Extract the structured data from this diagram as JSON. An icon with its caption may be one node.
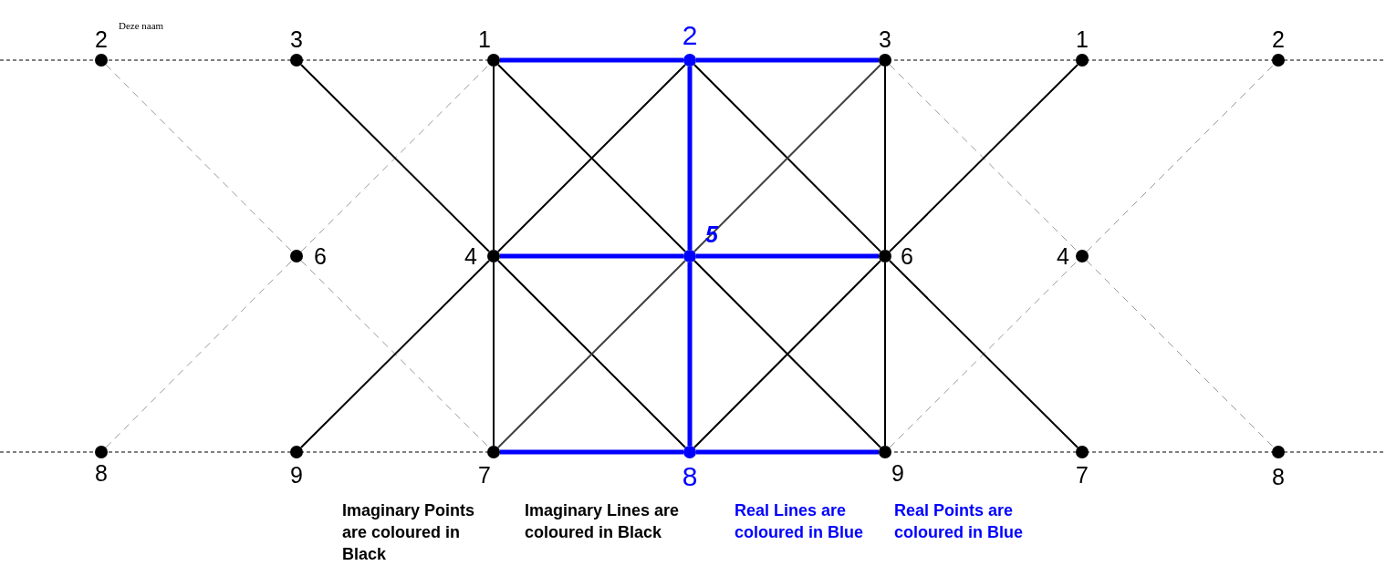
{
  "diagram": {
    "nodes": [
      {
        "text": [],
        "shape": "circle",
        "beside": [
          "2"
        ]
      },
      {
        "text": [],
        "shape": "circle",
        "beside": [
          "3"
        ]
      },
      {
        "text": [],
        "shape": "circle",
        "beside": [
          "1"
        ]
      },
      {
        "text": [],
        "shape": "circle",
        "beside": [
          "2"
        ]
      },
      {
        "text": [],
        "shape": "circle",
        "beside": [
          "3"
        ]
      },
      {
        "text": [],
        "shape": "circle",
        "beside": [
          "1"
        ]
      },
      {
        "text": [],
        "shape": "circle",
        "beside": [
          "2"
        ]
      },
      {
        "text": [],
        "shape": "circle",
        "beside": [
          "6"
        ]
      },
      {
        "text": [],
        "shape": "circle",
        "beside": [
          "4"
        ]
      },
      {
        "text": [],
        "shape": "circle",
        "beside": [
          "5"
        ]
      },
      {
        "text": [],
        "shape": "circle",
        "beside": [
          "6"
        ]
      },
      {
        "text": [],
        "shape": "circle",
        "beside": [
          "4"
        ]
      },
      {
        "text": [],
        "shape": "circle",
        "beside": [
          "8"
        ]
      },
      {
        "text": [],
        "shape": "circle",
        "beside": [
          "9"
        ]
      },
      {
        "text": [],
        "shape": "circle",
        "beside": [
          "7"
        ]
      },
      {
        "text": [],
        "shape": "circle",
        "beside": [
          "8"
        ]
      },
      {
        "text": [],
        "shape": "circle",
        "beside": [
          "9"
        ]
      },
      {
        "text": [],
        "shape": "circle",
        "beside": [
          "7"
        ]
      },
      {
        "text": [],
        "shape": "circle",
        "beside": [
          "8"
        ]
      }
    ],
    "edges": [
      {
        "from": 2,
        "to": 3,
        "arrow": "none",
        "style": "thick",
        "color": "#0000ff"
      },
      {
        "from": 3,
        "to": 4,
        "arrow": "none",
        "style": "thick",
        "color": "#0000ff"
      },
      {
        "from": 3,
        "to": 9,
        "arrow": "none",
        "style": "thick",
        "color": "#0000ff"
      },
      {
        "from": 9,
        "to": 15,
        "arrow": "none",
        "style": "thick",
        "color": "#0000ff"
      },
      {
        "from": 8,
        "to": 9,
        "arrow": "none",
        "style": "thick",
        "color": "#0000ff"
      },
      {
        "from": 9,
        "to": 10,
        "arrow": "none",
        "style": "thick",
        "color": "#0000ff"
      },
      {
        "from": 14,
        "to": 15,
        "arrow": "none",
        "style": "thick",
        "color": "#0000ff"
      },
      {
        "from": 15,
        "to": 16,
        "arrow": "none",
        "style": "thick",
        "color": "#0000ff"
      },
      {
        "from": 2,
        "to": 8,
        "arrow": "none"
      },
      {
        "from": 8,
        "to": 14,
        "arrow": "none"
      },
      {
        "from": 4,
        "to": 10,
        "arrow": "none"
      },
      {
        "from": 10,
        "to": 16,
        "arrow": "none"
      },
      {
        "from": 1,
        "to": 8,
        "arrow": "none"
      },
      {
        "from": 8,
        "to": 15,
        "arrow": "none"
      },
      {
        "from": 2,
        "to": 9,
        "arrow": "none"
      },
      {
        "from": 9,
        "to": 16,
        "arrow": "none"
      },
      {
        "from": 3,
        "to": 8,
        "arrow": "none"
      },
      {
        "from": 8,
        "to": 13,
        "arrow": "none"
      },
      {
        "from": 3,
        "to": 10,
        "arrow": "none"
      },
      {
        "from": 10,
        "to": 17,
        "arrow": "none"
      },
      {
        "from": 5,
        "to": 10,
        "arrow": "none"
      },
      {
        "from": 10,
        "to": 15,
        "arrow": "none"
      },
      {
        "from": 4,
        "to": 9,
        "arrow": "none",
        "color": "#404040"
      },
      {
        "from": 9,
        "to": 14,
        "arrow": "none",
        "color": "#404040"
      },
      {
        "from": 0,
        "to": 7,
        "arrow": "none",
        "style": "dashed",
        "color": "#999999"
      },
      {
        "from": 7,
        "to": 14,
        "arrow": "none",
        "style": "dashed",
        "color": "#999999"
      },
      {
        "from": 12,
        "to": 7,
        "arrow": "none",
        "style": "dashed",
        "color": "#999999"
      },
      {
        "from": 7,
        "to": 2,
        "arrow": "none",
        "style": "dashed",
        "color": "#999999"
      },
      {
        "from": 4,
        "to": 11,
        "arrow": "none",
        "style": "dashed",
        "color": "#999999"
      },
      {
        "from": 11,
        "to": 18,
        "arrow": "none",
        "style": "dashed",
        "color": "#999999"
      },
      {
        "from": 16,
        "to": 11,
        "arrow": "none",
        "style": "dashed",
        "color": "#999999"
      },
      {
        "from": 11,
        "to": 6,
        "arrow": "none",
        "style": "dashed",
        "color": "#999999"
      }
    ],
    "labels": [
      "Deze naam",
      "Imaginary Points are coloured in Black",
      "Imaginary Lines are coloured in Black",
      "Real Lines are coloured in Blue",
      "Real Points are coloured in Blue"
    ]
  }
}
